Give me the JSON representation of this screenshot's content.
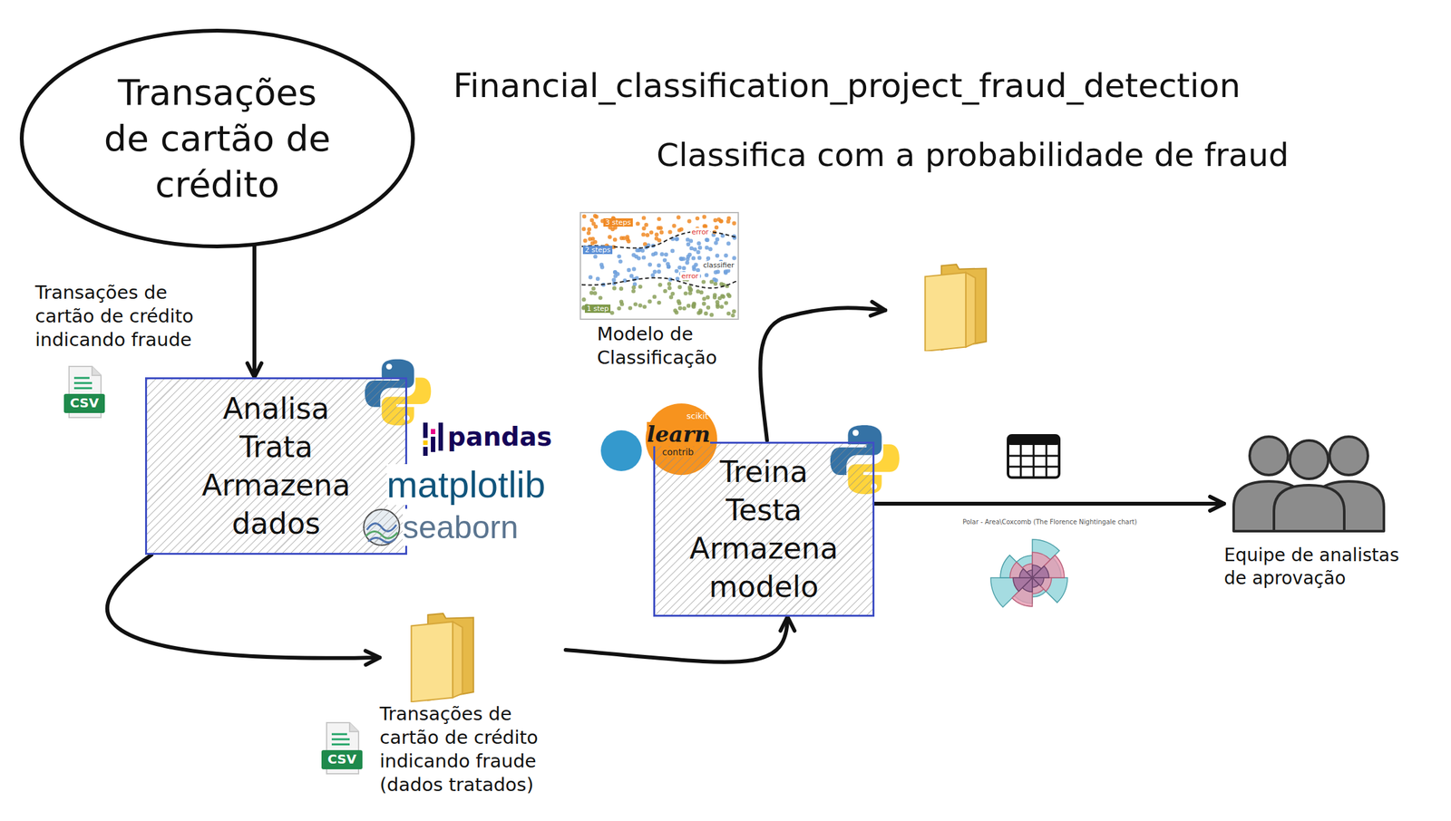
{
  "diagram": {
    "title": "Financial_classification_project_fraud_detection",
    "nodes": [
      {
        "text": [
          "Transações de cartão de crédito"
        ]
      },
      {
        "text": [
          "Analisa Trata Armazena dados"
        ]
      },
      {
        "text": [
          "Transações de cartão de crédito indicando fraude (dados tratados)"
        ]
      },
      {
        "text": [
          "Treina Testa Armazena modelo"
        ]
      },
      {
        "text": [
          "Equipe de analistas de aprovação"
        ]
      }
    ],
    "edges": [
      {
        "from": 0,
        "to": 1,
        "arrow": "to"
      },
      {
        "from": 1,
        "to": 2,
        "arrow": "to"
      },
      {
        "from": 2,
        "to": 3,
        "arrow": "to"
      },
      {
        "from": 3,
        "to": 4,
        "arrow": "to"
      }
    ],
    "labels": [
      "Classifica com a probabilidade de fraud",
      "Transações de cartão de crédito indicando fraude",
      "CSV",
      "pandas",
      "matplotlib",
      "seaborn",
      "3 steps",
      "2 steps",
      "1 step",
      "error",
      "classifier",
      "error",
      "Modelo de Classificação",
      "scikit",
      "learn",
      "contrib",
      "Polar - Area\\Coxcomb (The Florence Nightingale chart)",
      "CSV"
    ]
  }
}
